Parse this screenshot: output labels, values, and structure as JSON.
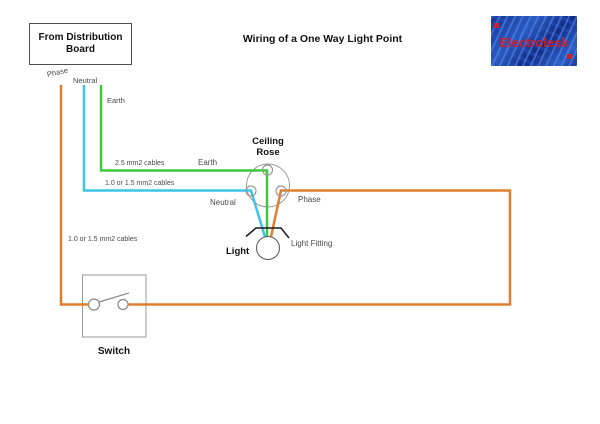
{
  "title": "Wiring of a One Way Light Point",
  "logo": {
    "text": "Electrolesk",
    "bg_color": "#16348f",
    "text_color": "#cc1f2e"
  },
  "distribution_board": {
    "label": "From Distribution Board"
  },
  "conductors": {
    "phase": {
      "name": "Phase",
      "color": "#e07e2d"
    },
    "neutral": {
      "name": "Neutral",
      "color": "#3ec3ea"
    },
    "earth": {
      "name": "Earth",
      "color": "#3dc83d"
    }
  },
  "cable_runs": {
    "earth_run": "2.5 mm2 cables",
    "rose_run": "1.0 or 1.5 mm2 cables",
    "switch_run": "1.0 or 1.5 mm2 cables"
  },
  "components": {
    "ceiling_rose": "Ceiling Rose",
    "light": "Light",
    "light_fitting": "Light Fitting",
    "switch": "Switch"
  },
  "outline_color": "#979797",
  "fitting_color": "#1a1a1a"
}
